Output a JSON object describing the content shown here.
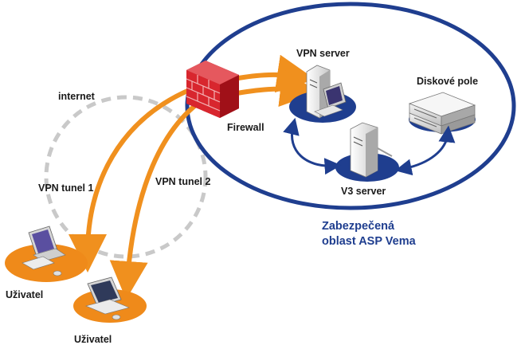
{
  "labels": {
    "vpn_server": "VPN server",
    "disk_array": "Diskové pole",
    "internet": "internet",
    "firewall": "Firewall",
    "v3_server": "V3 server",
    "vpn_tunnel_1": "VPN tunel 1",
    "vpn_tunnel_2": "VPN tunel 2",
    "user_1": "Uživatel",
    "user_2": "Uživatel"
  },
  "secure_zone": {
    "line1": "Zabezpečená",
    "line2": "oblast ASP Vema"
  },
  "colors": {
    "zone_border": "#1f3e8f",
    "tunnel": "#f0901e",
    "shadow_disc": "#1f3e8f",
    "user_disc": "#ef8a1a",
    "firewall": "#d8262e",
    "internet_cloud": "#c9c9c9"
  },
  "icons": [
    "firewall-icon",
    "server-icon",
    "disk-array-icon",
    "workstation-icon",
    "laptop-icon"
  ]
}
